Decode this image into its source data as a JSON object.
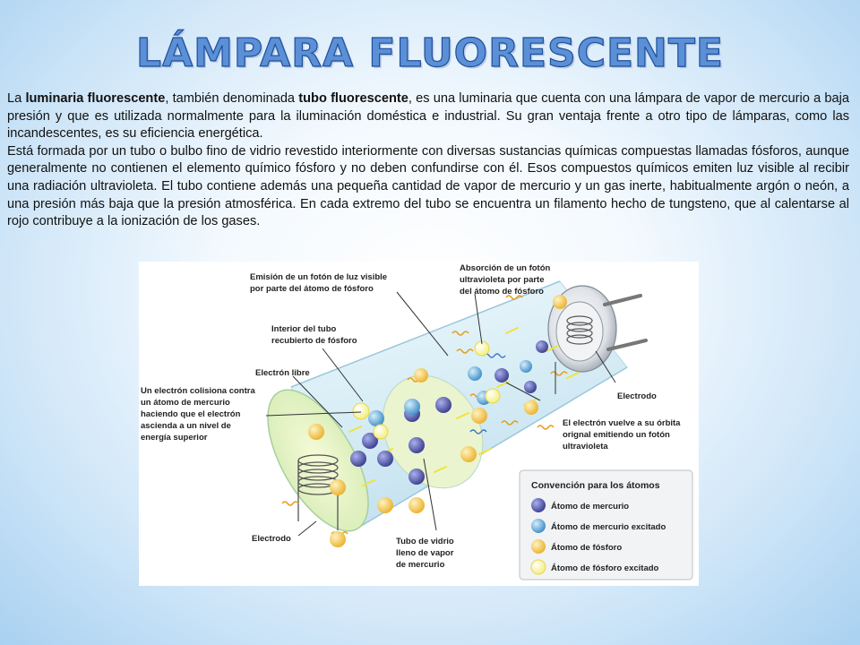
{
  "title": "LÁMPARA FLUORESCENTE",
  "paragraph1": {
    "t1": "La ",
    "b1": "luminaria fluorescente",
    "t2": ", también denominada ",
    "b2": "tubo fluorescente",
    "t3": ", es una luminaria que cuenta con una lámpara de vapor de mercurio a baja presión y que es utilizada normalmente para la iluminación doméstica e industrial. Su gran ventaja frente a otro tipo de lámparas, como las incandescentes, es su eficiencia energética."
  },
  "paragraph2": "Está formada por un tubo o bulbo fino de vidrio revestido interiormente con diversas sustancias químicas compuestas llamadas fósforos, aunque generalmente no contienen el elemento químico fósforo y no deben confundirse con él. Esos compuestos químicos emiten luz visible al recibir una radiación ultravioleta. El tubo contiene además una pequeña cantidad de vapor de mercurio y un gas inerte, habitualmente argón o neón, a una presión más baja que la presión atmosférica. En cada extremo del tubo se encuentra un filamento hecho de tungsteno, que al calentarse al rojo contribuye a la ionización de los gases.",
  "diagram": {
    "labels": {
      "emision": [
        "Emisión de un fotón de luz visible",
        "por parte del átomo de fósforo"
      ],
      "absorcion": [
        "Absorción de un fotón",
        "ultravioleta por parte",
        "del átomo de fósforo"
      ],
      "interior": [
        "Interior del tubo",
        "recubierto de fósforo"
      ],
      "electron_libre": [
        "Electrón libre"
      ],
      "colision": [
        "Un electrón colisiona contra",
        "un átomo de mercurio",
        "haciendo que el electrón",
        "ascienda a un nivel de",
        "energía superior"
      ],
      "electrodo_right": [
        "Electrodo"
      ],
      "vuelve": [
        "El electrón vuelve a su órbita",
        "orignal emitiendo un fotón",
        "ultravioleta"
      ],
      "electrodo_left": [
        "Electrodo"
      ],
      "tubo_vidrio": [
        "Tubo de vidrio",
        "lleno de vapor",
        "de mercurio"
      ]
    },
    "legend": {
      "title": "Convención para los átomos",
      "items": [
        {
          "label": "Átomo de mercurio",
          "color": "#4b4fa0"
        },
        {
          "label": "Átomo de mercurio excitado",
          "color": "#4d9fd6"
        },
        {
          "label": "Átomo de fósforo",
          "color": "#f5c542"
        },
        {
          "label": "Átomo de fósforo excitado",
          "color": "#f7f08a"
        }
      ]
    }
  }
}
